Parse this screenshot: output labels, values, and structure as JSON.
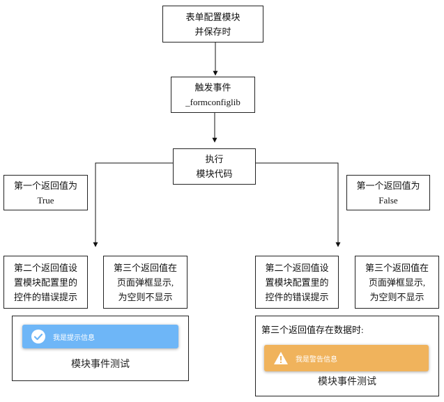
{
  "nodes": {
    "top": {
      "lines": [
        "表单配置模块",
        "并保存时"
      ]
    },
    "trigger": {
      "lines": [
        "触发事件",
        "_formconfiglib"
      ]
    },
    "execute": {
      "lines": [
        "执行",
        "模块代码"
      ]
    },
    "return_true": {
      "lines": [
        "第一个返回值为",
        "True"
      ]
    },
    "return_false": {
      "lines": [
        "第一个返回值为",
        "False"
      ]
    },
    "left_second": {
      "lines": [
        "第二个返回值设",
        "置模块配置里的",
        "控件的错误提示"
      ]
    },
    "left_third": {
      "lines": [
        "第三个返回值在",
        "页面弹框显示,",
        "为空则不显示"
      ]
    },
    "right_second": {
      "lines": [
        "第二个返回值设",
        "置模块配置里的",
        "控件的错误提示"
      ]
    },
    "right_third": {
      "lines": [
        "第三个返回值在",
        "页面弹框显示,",
        "为空则不显示"
      ]
    }
  },
  "panels": {
    "left": {
      "toast_text": "我是提示信息",
      "toast_color": "#6eb6f7",
      "icon": "check-circle-icon",
      "caption": "模块事件测试"
    },
    "right": {
      "heading": "第三个返回值存在数据时:",
      "toast_text": "我是警告信息",
      "toast_color": "#f0b35c",
      "icon": "warning-triangle-icon",
      "caption": "模块事件测试"
    }
  },
  "colors": {
    "line": "#111111",
    "border": "#222222"
  }
}
